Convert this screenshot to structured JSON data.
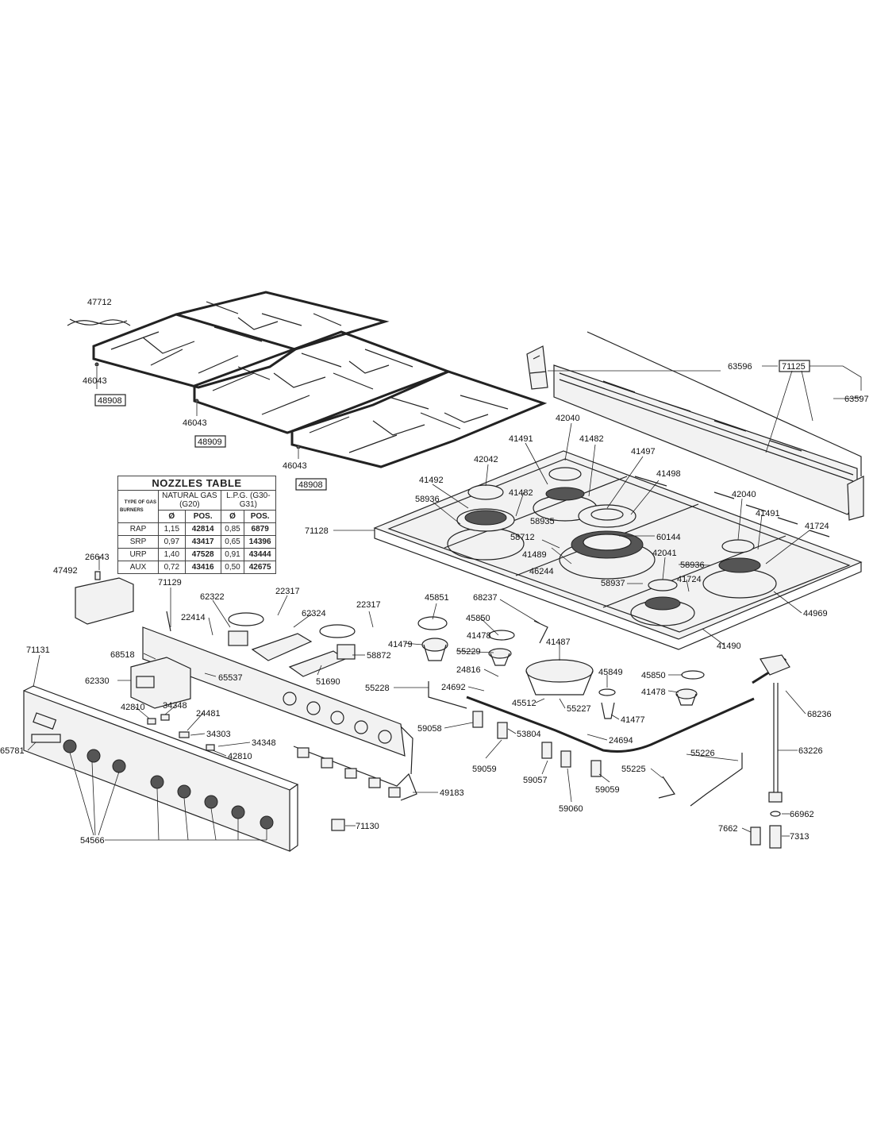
{
  "nozzles_table": {
    "title": "NOZZLES TABLE",
    "type_of_gas": "TYPE OF GAS",
    "burners": "BURNERS",
    "natural_gas": "NATURAL GAS (G20)",
    "lpg": "L.P.G. (G30-G31)",
    "diameter": "Ø",
    "pos": "POS.",
    "rows": [
      {
        "burner": "RAP",
        "ng_d": "1,15",
        "ng_pos": "42814",
        "lpg_d": "0,85",
        "lpg_pos": "6879"
      },
      {
        "burner": "SRP",
        "ng_d": "0,97",
        "ng_pos": "43417",
        "lpg_d": "0,65",
        "lpg_pos": "14396"
      },
      {
        "burner": "URP",
        "ng_d": "1,40",
        "ng_pos": "47528",
        "lpg_d": "0,91",
        "lpg_pos": "43444"
      },
      {
        "burner": "AUX",
        "ng_d": "0,72",
        "ng_pos": "43416",
        "lpg_d": "0,50",
        "lpg_pos": "42675"
      }
    ]
  },
  "part_labels": [
    {
      "id": "l01",
      "text": "47712"
    },
    {
      "id": "l02",
      "text": "46043"
    },
    {
      "id": "l03",
      "text": "48908"
    },
    {
      "id": "l04",
      "text": "46043"
    },
    {
      "id": "l05",
      "text": "48909"
    },
    {
      "id": "l06",
      "text": "46043"
    },
    {
      "id": "l07",
      "text": "48908"
    },
    {
      "id": "l08",
      "text": "63596"
    },
    {
      "id": "l09",
      "text": "71125"
    },
    {
      "id": "l10",
      "text": "63597"
    },
    {
      "id": "l11",
      "text": "42040"
    },
    {
      "id": "l12",
      "text": "41491"
    },
    {
      "id": "l13",
      "text": "41482"
    },
    {
      "id": "l14",
      "text": "42042"
    },
    {
      "id": "l15",
      "text": "41497"
    },
    {
      "id": "l16",
      "text": "41492"
    },
    {
      "id": "l17",
      "text": "41482"
    },
    {
      "id": "l18",
      "text": "41498"
    },
    {
      "id": "l19",
      "text": "58936"
    },
    {
      "id": "l20",
      "text": "58935"
    },
    {
      "id": "l21",
      "text": "42040"
    },
    {
      "id": "l22",
      "text": "71128"
    },
    {
      "id": "l23",
      "text": "41491"
    },
    {
      "id": "l24",
      "text": "58712"
    },
    {
      "id": "l25",
      "text": "60144"
    },
    {
      "id": "l26",
      "text": "41724"
    },
    {
      "id": "l27",
      "text": "41489"
    },
    {
      "id": "l28",
      "text": "42041"
    },
    {
      "id": "l29",
      "text": "46244"
    },
    {
      "id": "l30",
      "text": "58936"
    },
    {
      "id": "l31",
      "text": "41724"
    },
    {
      "id": "l32",
      "text": "58937"
    },
    {
      "id": "l33",
      "text": "44969"
    },
    {
      "id": "l34",
      "text": "26643"
    },
    {
      "id": "l35",
      "text": "47492"
    },
    {
      "id": "l36",
      "text": "71129"
    },
    {
      "id": "l37",
      "text": "22317"
    },
    {
      "id": "l38",
      "text": "62322"
    },
    {
      "id": "l39",
      "text": "62324"
    },
    {
      "id": "l40",
      "text": "22317"
    },
    {
      "id": "l41",
      "text": "45851"
    },
    {
      "id": "l42",
      "text": "68237"
    },
    {
      "id": "l43",
      "text": "22414"
    },
    {
      "id": "l44",
      "text": "45850"
    },
    {
      "id": "l45",
      "text": "41478"
    },
    {
      "id": "l46",
      "text": "41487"
    },
    {
      "id": "l47",
      "text": "41479"
    },
    {
      "id": "l48",
      "text": "41490"
    },
    {
      "id": "l49",
      "text": "71131"
    },
    {
      "id": "l50",
      "text": "68518"
    },
    {
      "id": "l51",
      "text": "58872"
    },
    {
      "id": "l52",
      "text": "55229"
    },
    {
      "id": "l53",
      "text": "65537"
    },
    {
      "id": "l54",
      "text": "51690"
    },
    {
      "id": "l55",
      "text": "24816"
    },
    {
      "id": "l56",
      "text": "45849"
    },
    {
      "id": "l57",
      "text": "45850"
    },
    {
      "id": "l58",
      "text": "62330"
    },
    {
      "id": "l59",
      "text": "55228"
    },
    {
      "id": "l60",
      "text": "24692"
    },
    {
      "id": "l61",
      "text": "41478"
    },
    {
      "id": "l62",
      "text": "45512"
    },
    {
      "id": "l63",
      "text": "55227"
    },
    {
      "id": "l64",
      "text": "68236"
    },
    {
      "id": "l65",
      "text": "42810"
    },
    {
      "id": "l66",
      "text": "34348"
    },
    {
      "id": "l67",
      "text": "41477"
    },
    {
      "id": "l68",
      "text": "24481"
    },
    {
      "id": "l69",
      "text": "59058"
    },
    {
      "id": "l70",
      "text": "53804"
    },
    {
      "id": "l71",
      "text": "34303"
    },
    {
      "id": "l72",
      "text": "24694"
    },
    {
      "id": "l73",
      "text": "34348"
    },
    {
      "id": "l74",
      "text": "63226"
    },
    {
      "id": "l75",
      "text": "65781"
    },
    {
      "id": "l76",
      "text": "42810"
    },
    {
      "id": "l77",
      "text": "55226"
    },
    {
      "id": "l78",
      "text": "59059"
    },
    {
      "id": "l79",
      "text": "59057"
    },
    {
      "id": "l80",
      "text": "55225"
    },
    {
      "id": "l81",
      "text": "59059"
    },
    {
      "id": "l82",
      "text": "49183"
    },
    {
      "id": "l83",
      "text": "59060"
    },
    {
      "id": "l84",
      "text": "66962"
    },
    {
      "id": "l85",
      "text": "71130"
    },
    {
      "id": "l86",
      "text": "7662"
    },
    {
      "id": "l87",
      "text": "7313"
    },
    {
      "id": "l88",
      "text": "54566"
    }
  ]
}
